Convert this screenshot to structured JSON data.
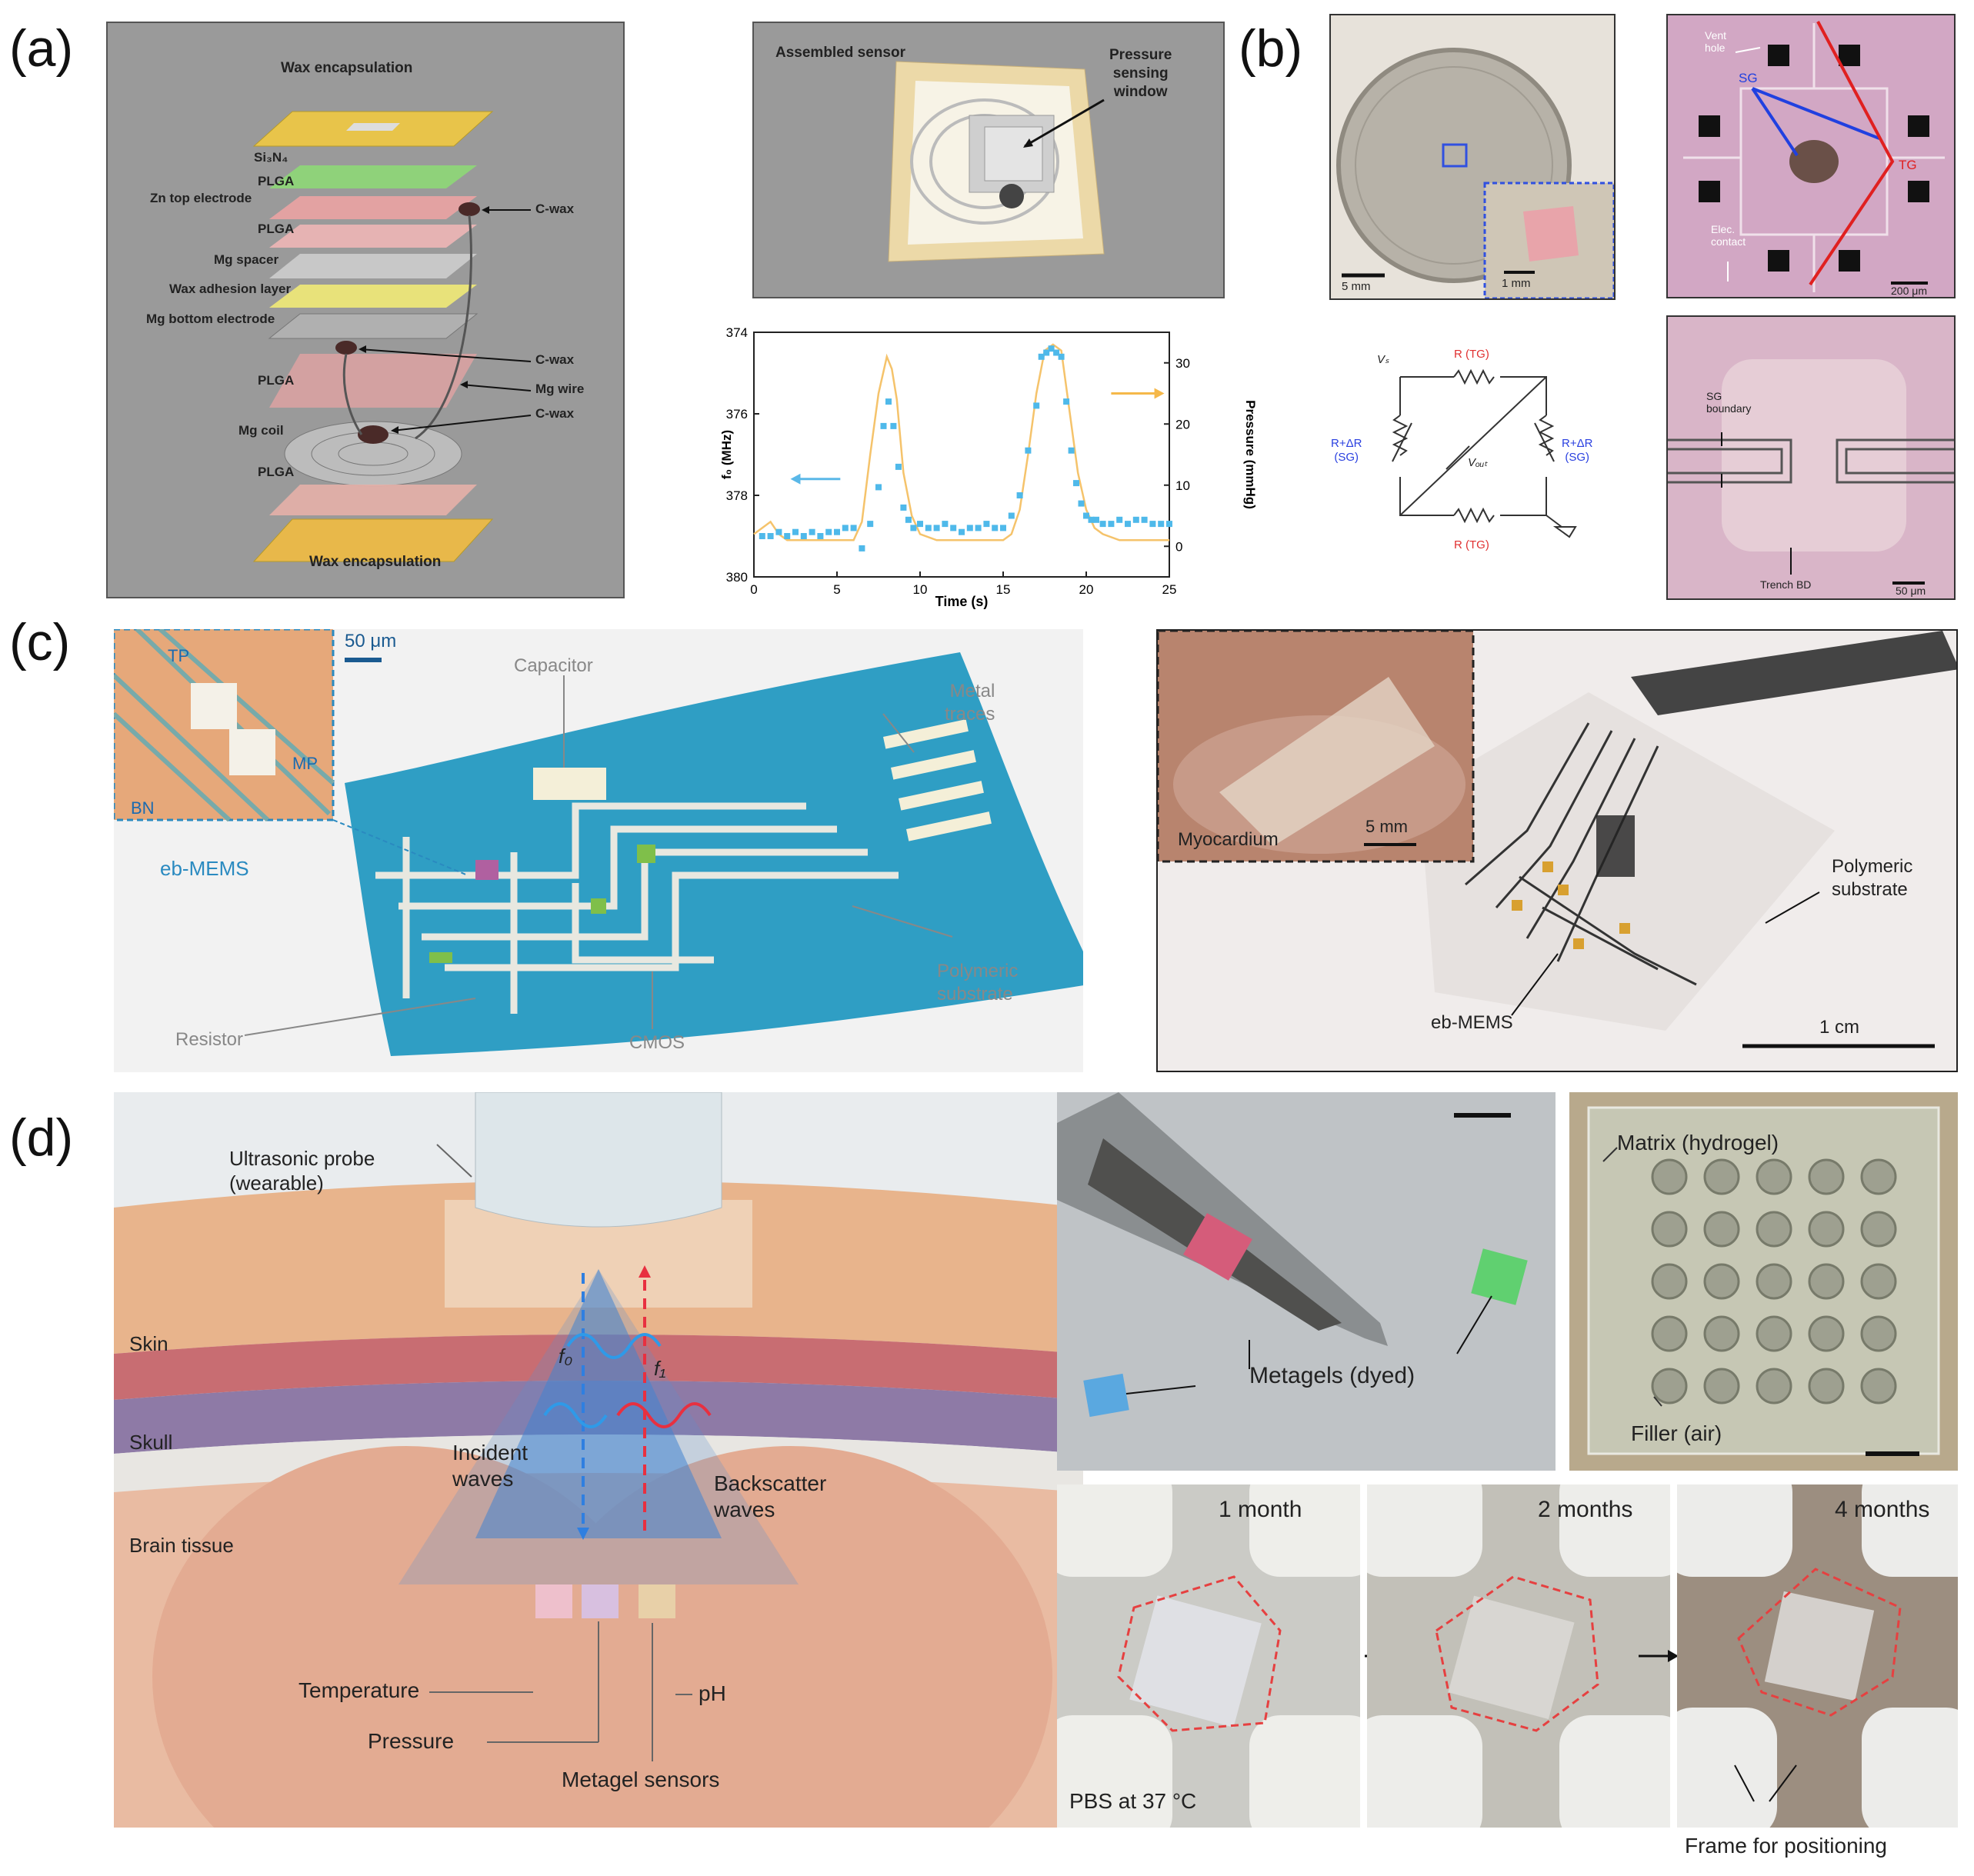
{
  "panel_labels": {
    "a": "(a)",
    "b": "(b)",
    "c": "(c)",
    "d": "(d)"
  },
  "a": {
    "layers": {
      "wax_top": "Wax encapsulation",
      "si3n4": "Si₃N₄",
      "plga1": "PLGA",
      "zn_top": "Zn top electrode",
      "plga2": "PLGA",
      "mg_spacer": "Mg spacer",
      "wax_adhesion": "Wax adhesion layer",
      "mg_bottom": "Mg bottom electrode",
      "plga3": "PLGA",
      "mg_coil": "Mg coil",
      "plga4": "PLGA",
      "wax_bottom": "Wax encapsulation"
    },
    "callouts": {
      "cwax1": "C-wax",
      "cwax2": "C-wax",
      "mg_wire": "Mg wire",
      "cwax3": "C-wax"
    },
    "assembled": {
      "title": "Assembled sensor",
      "window": "Pressure\nsensing\nwindow"
    },
    "chart": {
      "ylabel_left": "f₀ (MHz)",
      "ylabel_right": "Pressure (mmHg)",
      "xlabel": "Time (s)",
      "left_ticks": [
        "374",
        "376",
        "378",
        "380"
      ],
      "right_ticks": [
        "0",
        "10",
        "20",
        "30"
      ],
      "x_ticks": [
        "0",
        "5",
        "10",
        "15",
        "20",
        "25"
      ],
      "marker_color": "#4fb9ea",
      "line_color": "#f5c36b"
    }
  },
  "chart_data": {
    "type": "line",
    "xlabel": "Time (s)",
    "ylabel": "f₀ (MHz)",
    "y2label": "Pressure (mmHg)",
    "xlim": [
      0,
      25
    ],
    "ylim": [
      380,
      374
    ],
    "y2lim": [
      -5,
      35
    ],
    "series": [
      {
        "name": "f₀ (MHz)",
        "axis": "left",
        "style": "markers",
        "x": [
          0.5,
          1.0,
          1.5,
          2.0,
          2.5,
          3.0,
          3.5,
          4.0,
          4.5,
          5.0,
          5.5,
          6.0,
          6.5,
          7.0,
          7.5,
          7.8,
          8.1,
          8.4,
          8.7,
          9.0,
          9.3,
          9.6,
          10.0,
          10.5,
          11.0,
          11.5,
          12.0,
          12.5,
          13.0,
          13.5,
          14.0,
          14.5,
          15.0,
          15.5,
          16.0,
          16.5,
          17.0,
          17.3,
          17.6,
          17.9,
          18.2,
          18.5,
          18.8,
          19.1,
          19.4,
          19.7,
          20.0,
          20.3,
          20.6,
          21.0,
          21.5,
          22.0,
          22.5,
          23.0,
          23.5,
          24.0,
          24.5,
          25.0
        ],
        "y": [
          379.0,
          379.0,
          378.9,
          379.0,
          378.9,
          379.0,
          378.9,
          379.0,
          378.9,
          378.9,
          378.8,
          378.8,
          379.3,
          378.7,
          377.8,
          376.3,
          375.7,
          376.3,
          377.3,
          378.3,
          378.6,
          378.8,
          378.7,
          378.8,
          378.8,
          378.7,
          378.8,
          378.9,
          378.8,
          378.8,
          378.7,
          378.8,
          378.8,
          378.5,
          378.0,
          376.9,
          375.8,
          374.6,
          374.5,
          374.4,
          374.5,
          374.6,
          375.7,
          376.9,
          377.7,
          378.2,
          378.5,
          378.6,
          378.6,
          378.7,
          378.7,
          378.6,
          378.7,
          378.6,
          378.6,
          378.7,
          378.7,
          378.7
        ]
      },
      {
        "name": "Pressure (mmHg)",
        "axis": "right",
        "style": "line",
        "x": [
          0,
          0.5,
          1.0,
          1.5,
          2.0,
          3.0,
          4.0,
          5.0,
          5.5,
          6.0,
          6.5,
          7.0,
          7.5,
          8.0,
          8.3,
          8.6,
          9.0,
          9.5,
          10.0,
          11.0,
          12.0,
          13.0,
          14.0,
          15.0,
          15.5,
          16.0,
          16.5,
          17.0,
          17.5,
          18.0,
          18.5,
          19.0,
          19.5,
          20.0,
          20.5,
          21.0,
          22.0,
          23.0,
          24.0,
          25.0
        ],
        "y": [
          2,
          3,
          4,
          2,
          1,
          1,
          1,
          1,
          1,
          1,
          4,
          15,
          25,
          31,
          29,
          24,
          12,
          5,
          2,
          1,
          1,
          1,
          1,
          1,
          2,
          6,
          15,
          25,
          32,
          33,
          32,
          22,
          12,
          6,
          3,
          2,
          1,
          1,
          1,
          1
        ]
      }
    ]
  },
  "b": {
    "coin": {
      "scale1": "5 mm",
      "scale2": "1 mm"
    },
    "micro": {
      "vent": "Vent\nhole",
      "sg": "SG",
      "tg": "TG",
      "elec": "Elec.\ncontact",
      "scale": "200 μm"
    },
    "circuit": {
      "vs": "Vₛ",
      "vout": "Vₒᵤₜ",
      "r_tg_top": "R (TG)",
      "r_tg_bottom": "R (TG)",
      "r_sg_left": "R+ΔR\n(SG)",
      "r_sg_right": "R+ΔR\n(SG)"
    },
    "trench": {
      "sg_boundary": "SG\nboundary",
      "trench_bd": "Trench BD",
      "scale": "50 μm"
    }
  },
  "c": {
    "inset": {
      "tp": "TP",
      "mp": "MP",
      "bn": "BN",
      "scale": "50 μm"
    },
    "ebmems_left": "eb-MEMS",
    "capacitor": "Capacitor",
    "metal_traces": "Metal\ntraces",
    "polymeric_left": "Polymeric\nsubstrate",
    "cmos": "CMOS",
    "resistor": "Resistor",
    "photo": {
      "myocardium": "Myocardium",
      "scale_inset": "5 mm",
      "polymeric": "Polymeric\nsubstrate",
      "ebmems": "eb-MEMS",
      "scale": "1 cm"
    }
  },
  "d": {
    "probe": "Ultrasonic probe\n(wearable)",
    "skin": "Skin",
    "skull": "Skull",
    "brain": "Brain tissue",
    "f0": "f₀",
    "f1": "f₁",
    "incident": "Incident\nwaves",
    "backscatter": "Backscatter\nwaves",
    "temperature": "Temperature",
    "pressure": "Pressure",
    "ph": "pH",
    "metagel_sensors": "Metagel sensors",
    "metagels_dyed": "Metagels (dyed)",
    "matrix": "Matrix (hydrogel)",
    "filler": "Filler (air)",
    "m1": "1 month",
    "m2": "2 months",
    "m4": "4 months",
    "pbs": "PBS at 37 °C",
    "frame": "Frame for positioning"
  }
}
